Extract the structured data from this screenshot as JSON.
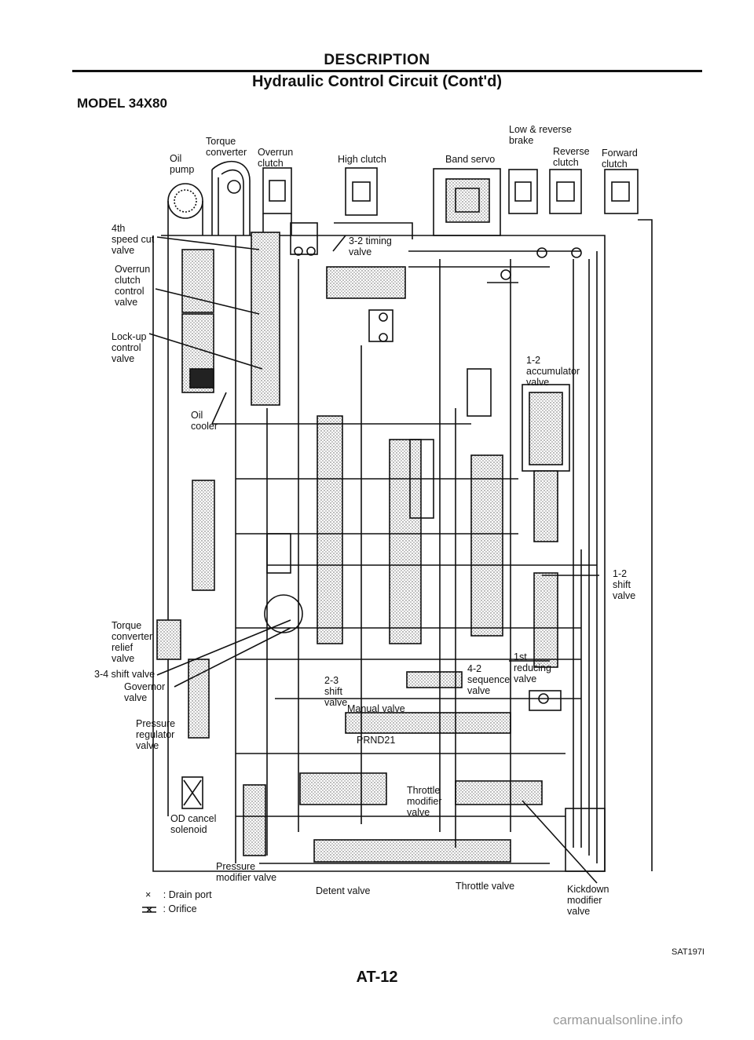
{
  "header": {
    "section": "DESCRIPTION",
    "title": "Hydraulic Control Circuit (Cont'd)",
    "model": "MODEL 34X80"
  },
  "labels": {
    "oil_pump": "Oil\npump",
    "torque_converter": "Torque\nconverter",
    "overrun_clutch": "Overrun\nclutch",
    "high_clutch": "High clutch",
    "band_servo": "Band servo",
    "low_reverse_brake": "Low & reverse\nbrake",
    "reverse_clutch": "Reverse\nclutch",
    "forward_clutch": "Forward\nclutch",
    "fourth_speed_cut_valve": "4th\nspeed cut\nvalve",
    "overrun_clutch_control_valve": "Overrun\nclutch\ncontrol\nvalve",
    "lockup_control_valve": "Lock-up\ncontrol\nvalve",
    "timing_32_valve": "3-2 timing\nvalve",
    "oil_cooler": "Oil\ncooler",
    "accumulator_12_valve": "1-2\naccumulator\nvalve",
    "shift_12_valve": "1-2\nshift\nvalve",
    "torque_converter_relief_valve": "Torque\nconverter\nrelief\nvalve",
    "shift_34_valve": "3-4 shift valve",
    "governor_valve": "Governor\nvalve",
    "pressure_regulator_valve": "Pressure\nregulator\nvalve",
    "reducing_1st_valve": "1st\nreducing\nvalve",
    "shift_23_valve": "2-3\nshift\nvalve",
    "sequence_42_valve": "4-2\nsequence\nvalve",
    "manual_valve": "Manual valve",
    "prnd21": "PRND21",
    "throttle_modifier_valve": "Throttle\nmodifier\nvalve",
    "od_cancel_solenoid": "OD cancel\nsolenoid",
    "pressure_modifier_valve": "Pressure\nmodifier valve",
    "detent_valve": "Detent valve",
    "throttle_valve": "Throttle valve",
    "kickdown_modifier_valve": "Kickdown\nmodifier\nvalve"
  },
  "legend": {
    "drain_symbol": "×",
    "drain_text": ": Drain port",
    "orifice_text": ": Orifice"
  },
  "footer": {
    "page": "AT-12",
    "figure_id": "SAT197I",
    "watermark": "carmanualsonline.info"
  }
}
